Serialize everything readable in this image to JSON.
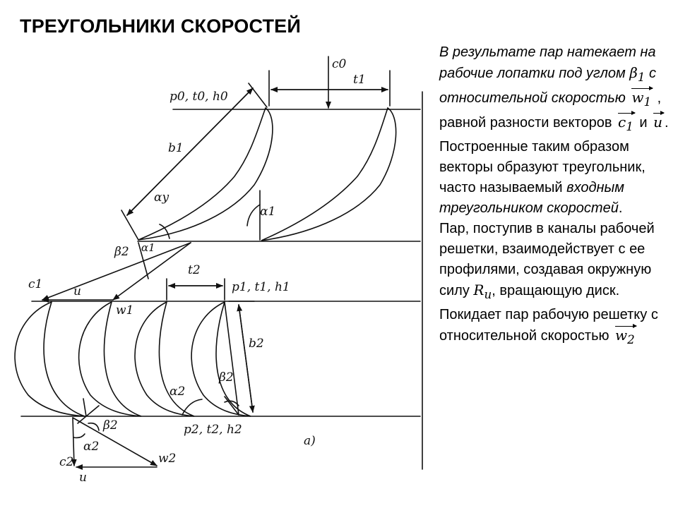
{
  "title": "ТРЕУГОЛЬНИКИ СКОРОСТЕЙ",
  "description": {
    "p1_a": "В результате пар натекает на рабочие лопатки под углом ",
    "p1_beta": "β",
    "p1_beta_sub": "1",
    "p1_b": " с относительной скоростью ",
    "p1_w1": "w",
    "p1_w1_sub": "1",
    "p1_c": " , равной разности векторов ",
    "p1_c1": "c",
    "p1_c1_sub": "1",
    "p1_and": " и ",
    "p1_u": "u",
    "p1_dot": ".",
    "p2_a": "Построенные таким образом векторы образуют треугольник, часто называемый ",
    "p2_em": "входным треугольником скоростей",
    "p2_dot": ".",
    "p3_a": "Пар, поступив в каналы рабочей решетки, взаимодействует с ее профилями, создавая окружную силу ",
    "p3_R": "R",
    "p3_R_sub": "u",
    "p3_b": ", вращающую диск.",
    "p4_a": "Покидает пар рабочую решетку с относительной скоростью ",
    "p4_w2": "w",
    "p4_w2_sub": "2"
  },
  "labels": {
    "c0": "c0",
    "t1": "t1",
    "p0t0h0": "p0, t0, h0",
    "b1": "b1",
    "alpha_y": "αy",
    "alpha1_top": "α1",
    "beta2": "β2",
    "alpha1_small": "α1",
    "t2": "t2",
    "c1": "c1",
    "u_top": "u",
    "w1": "w1",
    "p1t1h1": "p1, t1, h1",
    "b2": "b2",
    "alpha2_right": "α2",
    "beta2_right": "β2",
    "beta2_bottom": "β2",
    "alpha2_bottom": "α2",
    "p2t2h2": "p2, t2, h2",
    "c2": "c2",
    "w2": "w2",
    "u_bottom": "u",
    "fig_a": "а)"
  }
}
